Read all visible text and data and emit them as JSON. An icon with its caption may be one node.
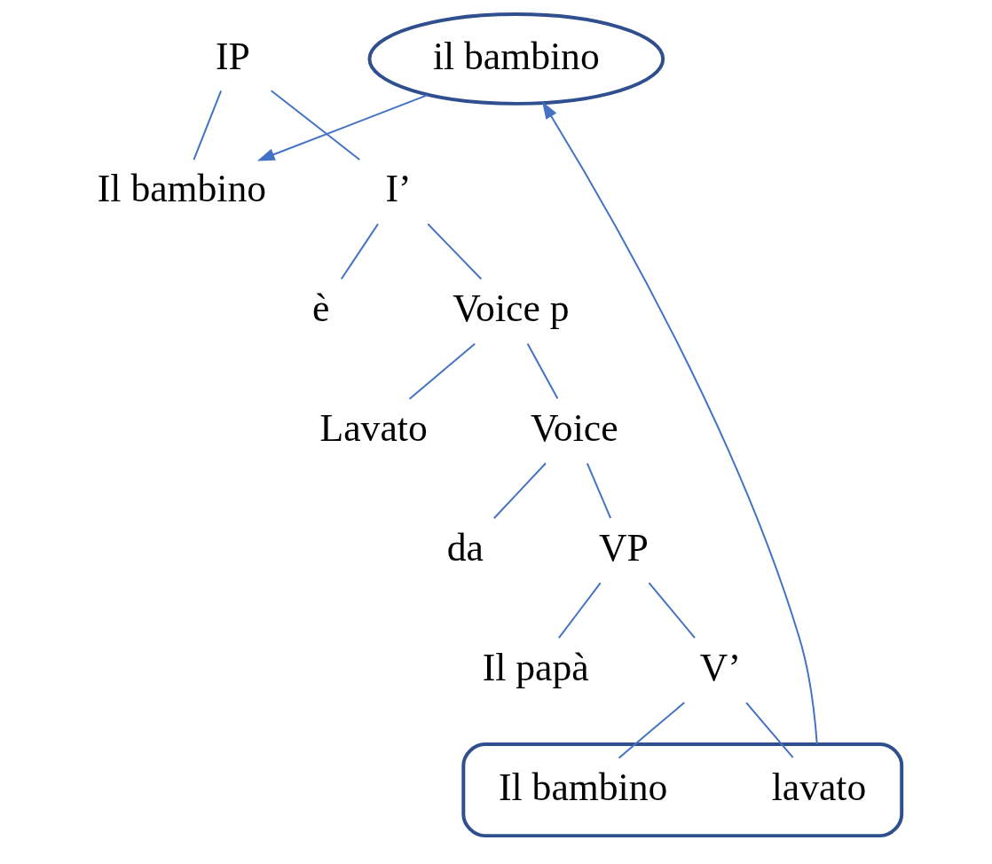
{
  "diagram": {
    "nodes": [
      {
        "text": [
          "IP"
        ]
      },
      {
        "text": [
          "Il bambino"
        ]
      },
      {
        "text": [
          "I’"
        ]
      },
      {
        "text": [
          "è"
        ]
      },
      {
        "text": [
          "Voice p"
        ]
      },
      {
        "text": [
          "Lavato"
        ]
      },
      {
        "text": [
          "il bambino"
        ]
      },
      {
        "text": [
          "Voice"
        ]
      },
      {
        "text": [
          "da"
        ]
      },
      {
        "text": [
          "VP"
        ]
      },
      {
        "text": [
          "Il papà"
        ]
      },
      {
        "text": [
          "V’"
        ]
      },
      {
        "text": [],
        "shape": "ellipse"
      },
      {
        "text": [
          "lavato"
        ],
        "in": 12
      },
      {
        "text": [
          "Il bambino"
        ],
        "in": 12
      }
    ],
    "edges": [
      {
        "from": 0,
        "to": 1,
        "arrow": "none"
      },
      {
        "from": 0,
        "to": 2,
        "arrow": "none"
      },
      {
        "from": 2,
        "to": 3,
        "arrow": "none"
      },
      {
        "from": 2,
        "to": 4,
        "arrow": "none"
      },
      {
        "from": 4,
        "to": 5,
        "arrow": "none"
      },
      {
        "from": 4,
        "to": 7,
        "arrow": "none"
      },
      {
        "from": 7,
        "to": 8,
        "arrow": "none"
      },
      {
        "from": 7,
        "to": 9,
        "arrow": "none"
      },
      {
        "from": 9,
        "to": 10,
        "arrow": "none"
      },
      {
        "from": 9,
        "to": 11,
        "arrow": "none"
      },
      {
        "from": 11,
        "to": 13,
        "arrow": "none"
      },
      {
        "from": 11,
        "to": 14,
        "arrow": "none"
      },
      {
        "from": 12,
        "to": 6,
        "arrow": "to"
      },
      {
        "from": 6,
        "to": 1,
        "arrow": "to"
      }
    ]
  }
}
